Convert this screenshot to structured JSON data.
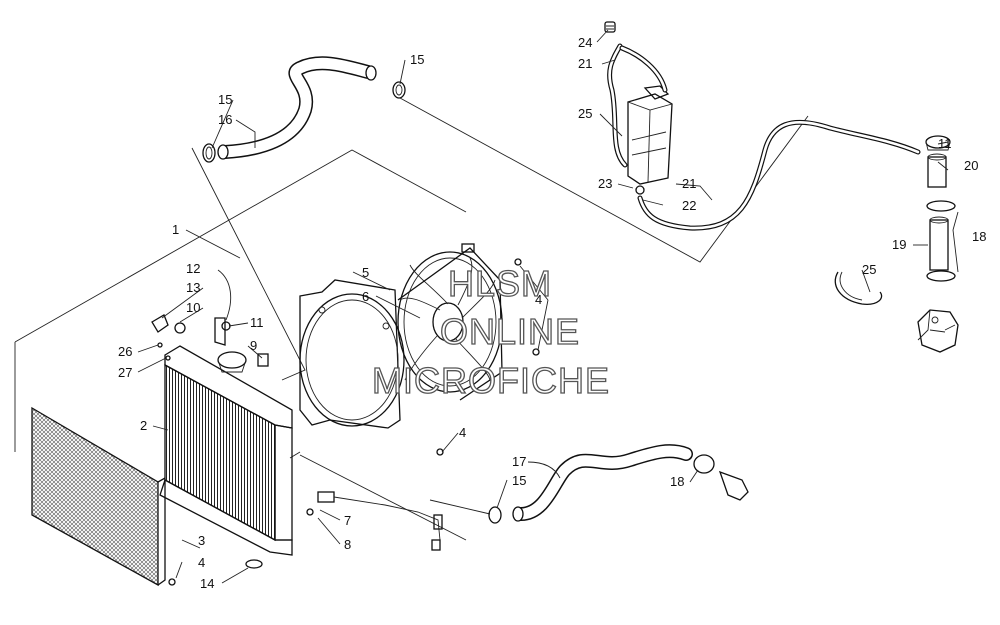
{
  "watermark": {
    "line1": "HLSM",
    "line2": "ONLINE",
    "line3": "MICROFICHE"
  },
  "callouts": [
    {
      "id": "c1",
      "text": "1"
    },
    {
      "id": "c2",
      "text": "2"
    },
    {
      "id": "c3",
      "text": "3"
    },
    {
      "id": "c4a",
      "text": "4"
    },
    {
      "id": "c4b",
      "text": "4"
    },
    {
      "id": "c4c",
      "text": "4"
    },
    {
      "id": "c5",
      "text": "5"
    },
    {
      "id": "c6",
      "text": "6"
    },
    {
      "id": "c7",
      "text": "7"
    },
    {
      "id": "c8",
      "text": "8"
    },
    {
      "id": "c9",
      "text": "9"
    },
    {
      "id": "c10",
      "text": "10"
    },
    {
      "id": "c11a",
      "text": "11"
    },
    {
      "id": "c11b",
      "text": "11"
    },
    {
      "id": "c12",
      "text": "12"
    },
    {
      "id": "c13",
      "text": "13"
    },
    {
      "id": "c14",
      "text": "14"
    },
    {
      "id": "c15a",
      "text": "15"
    },
    {
      "id": "c15b",
      "text": "15"
    },
    {
      "id": "c15c",
      "text": "15"
    },
    {
      "id": "c16",
      "text": "16"
    },
    {
      "id": "c17",
      "text": "17"
    },
    {
      "id": "c18a",
      "text": "18"
    },
    {
      "id": "c18b",
      "text": "18"
    },
    {
      "id": "c19",
      "text": "19"
    },
    {
      "id": "c20",
      "text": "20"
    },
    {
      "id": "c21a",
      "text": "21"
    },
    {
      "id": "c21b",
      "text": "21"
    },
    {
      "id": "c22",
      "text": "22"
    },
    {
      "id": "c23",
      "text": "23"
    },
    {
      "id": "c24",
      "text": "24"
    },
    {
      "id": "c25a",
      "text": "25"
    },
    {
      "id": "c25b",
      "text": "25"
    },
    {
      "id": "c26",
      "text": "26"
    },
    {
      "id": "c27",
      "text": "27"
    }
  ]
}
